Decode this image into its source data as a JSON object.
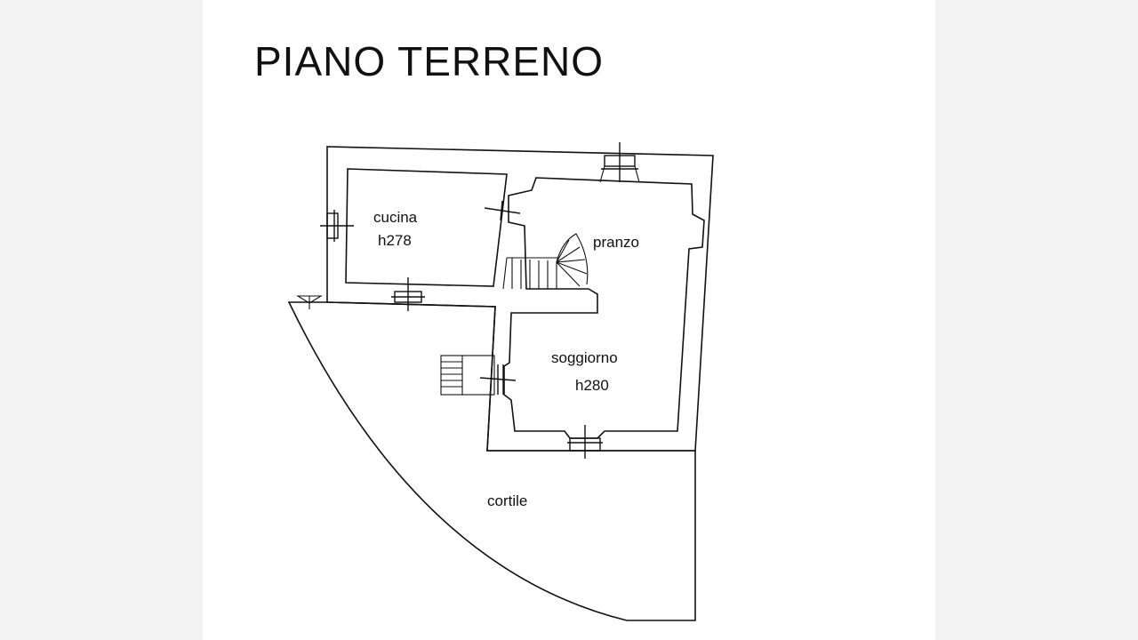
{
  "title": "PIANO TERRENO",
  "rooms": [
    {
      "id": "cucina",
      "name": "cucina",
      "height": "h278"
    },
    {
      "id": "pranzo",
      "name": "pranzo",
      "height": ""
    },
    {
      "id": "soggiorno",
      "name": "soggiorno",
      "height": "h280"
    },
    {
      "id": "cortile",
      "name": "cortile",
      "height": ""
    }
  ]
}
